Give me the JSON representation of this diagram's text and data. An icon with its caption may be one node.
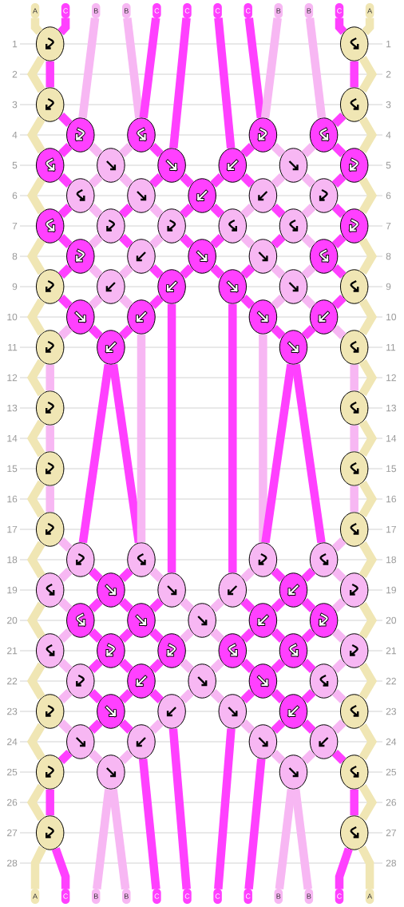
{
  "diagram": {
    "nodes": [
      {
        "text": [
          "A"
        ]
      },
      {
        "text": [
          "C"
        ]
      },
      {
        "text": [
          "B"
        ]
      },
      {
        "text": [
          "B"
        ]
      },
      {
        "text": [
          "C"
        ]
      },
      {
        "text": [
          "C"
        ]
      },
      {
        "text": [
          "C"
        ]
      },
      {
        "text": [
          "C"
        ]
      },
      {
        "text": [
          "B"
        ]
      },
      {
        "text": [
          "B"
        ]
      },
      {
        "text": [
          "C"
        ]
      },
      {
        "text": [
          "A"
        ]
      },
      {
        "text": [],
        "shape": "circle"
      },
      {
        "text": [],
        "shape": "circle"
      },
      {
        "text": [],
        "shape": "circle"
      },
      {
        "text": [],
        "shape": "circle"
      },
      {
        "text": [],
        "shape": "circle"
      },
      {
        "text": [],
        "shape": "circle"
      },
      {
        "text": [],
        "shape": "circle"
      },
      {
        "text": [],
        "shape": "circle"
      },
      {
        "text": [],
        "shape": "circle"
      },
      {
        "text": [],
        "shape": "circle"
      },
      {
        "text": [],
        "shape": "circle"
      },
      {
        "text": [],
        "shape": "circle"
      },
      {
        "text": [],
        "shape": "circle"
      },
      {
        "text": [],
        "shape": "circle"
      },
      {
        "text": [],
        "shape": "circle"
      },
      {
        "text": [],
        "shape": "circle"
      },
      {
        "text": [],
        "shape": "circle"
      },
      {
        "text": [],
        "shape": "circle"
      },
      {
        "text": [],
        "shape": "circle"
      },
      {
        "text": [],
        "shape": "circle"
      },
      {
        "text": [],
        "shape": "circle"
      },
      {
        "text": [],
        "shape": "circle"
      },
      {
        "text": [],
        "shape": "circle"
      },
      {
        "text": [],
        "shape": "circle"
      },
      {
        "text": [],
        "shape": "circle"
      },
      {
        "text": [],
        "shape": "circle"
      },
      {
        "text": [],
        "shape": "circle"
      },
      {
        "text": [],
        "shape": "circle"
      },
      {
        "text": [],
        "shape": "circle"
      },
      {
        "text": [],
        "shape": "circle"
      },
      {
        "text": [],
        "shape": "circle"
      },
      {
        "text": [],
        "shape": "circle"
      },
      {
        "text": [],
        "shape": "circle"
      },
      {
        "text": [],
        "shape": "circle"
      },
      {
        "text": [],
        "shape": "circle"
      },
      {
        "text": [],
        "shape": "circle"
      },
      {
        "text": [],
        "shape": "circle"
      },
      {
        "text": [],
        "shape": "circle"
      },
      {
        "text": [],
        "shape": "circle"
      },
      {
        "text": [],
        "shape": "circle"
      },
      {
        "text": [],
        "shape": "circle"
      },
      {
        "text": [],
        "shape": "circle"
      },
      {
        "text": [],
        "shape": "circle"
      },
      {
        "text": [],
        "shape": "circle"
      },
      {
        "text": [],
        "shape": "circle"
      },
      {
        "text": [],
        "shape": "circle"
      },
      {
        "text": [],
        "shape": "circle"
      },
      {
        "text": [],
        "shape": "circle"
      },
      {
        "text": [],
        "shape": "circle"
      },
      {
        "text": [],
        "shape": "circle"
      },
      {
        "text": [],
        "shape": "circle"
      },
      {
        "text": [],
        "shape": "circle"
      },
      {
        "text": [],
        "shape": "circle"
      },
      {
        "text": [],
        "shape": "circle"
      },
      {
        "text": [],
        "shape": "circle"
      },
      {
        "text": [],
        "shape": "circle"
      },
      {
        "text": [],
        "shape": "circle"
      },
      {
        "text": [],
        "shape": "circle"
      },
      {
        "text": [],
        "shape": "circle"
      },
      {
        "text": [],
        "shape": "circle"
      },
      {
        "text": [],
        "shape": "circle"
      },
      {
        "text": [],
        "shape": "circle"
      },
      {
        "text": [],
        "shape": "circle"
      },
      {
        "text": [],
        "shape": "circle"
      },
      {
        "text": [],
        "shape": "circle"
      },
      {
        "text": [],
        "shape": "circle"
      },
      {
        "text": [],
        "shape": "circle"
      },
      {
        "text": [],
        "shape": "circle"
      },
      {
        "text": [],
        "shape": "circle"
      },
      {
        "text": [],
        "shape": "circle"
      },
      {
        "text": [],
        "shape": "circle"
      },
      {
        "text": [],
        "shape": "circle"
      },
      {
        "text": [],
        "shape": "circle"
      },
      {
        "text": [],
        "shape": "circle"
      },
      {
        "text": [],
        "shape": "circle"
      },
      {
        "text": [],
        "shape": "circle"
      },
      {
        "text": [],
        "shape": "circle"
      },
      {
        "text": [],
        "shape": "circle"
      },
      {
        "text": [],
        "shape": "circle"
      },
      {
        "text": [],
        "shape": "circle"
      },
      {
        "text": [],
        "shape": "circle"
      },
      {
        "text": [],
        "shape": "circle"
      },
      {
        "text": [],
        "shape": "circle"
      },
      {
        "text": [],
        "shape": "circle"
      },
      {
        "text": [],
        "shape": "circle"
      },
      {
        "text": [],
        "shape": "circle"
      },
      {
        "text": [],
        "shape": "circle"
      },
      {
        "text": [],
        "shape": "circle"
      },
      {
        "text": [],
        "shape": "circle"
      },
      {
        "text": [],
        "shape": "circle"
      },
      {
        "text": [],
        "shape": "circle"
      },
      {
        "text": [],
        "shape": "circle"
      },
      {
        "text": [
          "A"
        ]
      },
      {
        "text": [
          "C"
        ]
      },
      {
        "text": [
          "B"
        ]
      },
      {
        "text": [
          "B"
        ]
      },
      {
        "text": [
          "C"
        ]
      },
      {
        "text": [
          "C"
        ]
      },
      {
        "text": [
          "C"
        ]
      },
      {
        "text": [
          "C"
        ]
      },
      {
        "text": [
          "B"
        ]
      },
      {
        "text": [
          "B"
        ]
      },
      {
        "text": [
          "C"
        ]
      },
      {
        "text": [
          "A"
        ]
      }
    ],
    "edges": [
      {
        "from": 0,
        "to": 12,
        "arrow": "none",
        "color": "#f0e6b4"
      },
      {
        "from": 1,
        "to": 12,
        "arrow": "none"
      },
      {
        "from": 10,
        "to": 13,
        "arrow": "none"
      },
      {
        "from": 11,
        "to": 13,
        "arrow": "none",
        "color": "#f0e6b4"
      },
      {
        "from": 12,
        "to": 14,
        "arrow": "none",
        "color": "#f0e6b4"
      },
      {
        "from": 12,
        "to": 14,
        "arrow": "none"
      },
      {
        "from": 13,
        "to": 15,
        "arrow": "none"
      },
      {
        "from": 13,
        "to": 15,
        "arrow": "none",
        "color": "#f0e6b4"
      },
      {
        "from": 14,
        "to": 16,
        "arrow": "none"
      },
      {
        "from": 2,
        "to": 16,
        "arrow": "none",
        "color": "#f7b7f3"
      },
      {
        "from": 3,
        "to": 17,
        "arrow": "none",
        "color": "#f7b7f3"
      },
      {
        "from": 4,
        "to": 17,
        "arrow": "none"
      },
      {
        "from": 7,
        "to": 18,
        "arrow": "none"
      },
      {
        "from": 8,
        "to": 18,
        "arrow": "none",
        "color": "#f7b7f3"
      },
      {
        "from": 9,
        "to": 19,
        "arrow": "none",
        "color": "#f7b7f3"
      },
      {
        "from": 15,
        "to": 19,
        "arrow": "none"
      },
      {
        "from": 14,
        "to": 20,
        "arrow": "none",
        "color": "#f0e6b4"
      },
      {
        "from": 16,
        "to": 20,
        "arrow": "none"
      },
      {
        "from": 16,
        "to": 21,
        "arrow": "none",
        "color": "#f7b7f3"
      },
      {
        "from": 17,
        "to": 21,
        "arrow": "none",
        "color": "#f7b7f3"
      },
      {
        "from": 17,
        "to": 22,
        "arrow": "none"
      },
      {
        "from": 5,
        "to": 22,
        "arrow": "none"
      },
      {
        "from": 6,
        "to": 23,
        "arrow": "none"
      },
      {
        "from": 18,
        "to": 23,
        "arrow": "none"
      },
      {
        "from": 18,
        "to": 24,
        "arrow": "none",
        "color": "#f7b7f3"
      },
      {
        "from": 19,
        "to": 24,
        "arrow": "none",
        "color": "#f7b7f3"
      },
      {
        "from": 19,
        "to": 25,
        "arrow": "none"
      },
      {
        "from": 15,
        "to": 25,
        "arrow": "none",
        "color": "#f0e6b4"
      },
      {
        "from": 20,
        "to": 26,
        "arrow": "none"
      },
      {
        "from": 21,
        "to": 26,
        "arrow": "none",
        "color": "#f7b7f3"
      },
      {
        "from": 21,
        "to": 27,
        "arrow": "none",
        "color": "#f7b7f3"
      },
      {
        "from": 22,
        "to": 27,
        "arrow": "none"
      },
      {
        "from": 22,
        "to": 28,
        "arrow": "none"
      },
      {
        "from": 23,
        "to": 28,
        "arrow": "none"
      },
      {
        "from": 23,
        "to": 29,
        "arrow": "none"
      },
      {
        "from": 24,
        "to": 29,
        "arrow": "none",
        "color": "#f7b7f3"
      },
      {
        "from": 24,
        "to": 30,
        "arrow": "none",
        "color": "#f7b7f3"
      },
      {
        "from": 25,
        "to": 30,
        "arrow": "none"
      },
      {
        "from": 20,
        "to": 31,
        "arrow": "none",
        "color": "#f0e6b4"
      },
      {
        "from": 26,
        "to": 31,
        "arrow": "none"
      },
      {
        "from": 26,
        "to": 32,
        "arrow": "none",
        "color": "#f7b7f3"
      },
      {
        "from": 27,
        "to": 32,
        "arrow": "none"
      },
      {
        "from": 27,
        "to": 33,
        "arrow": "none",
        "color": "#f7b7f3"
      },
      {
        "from": 28,
        "to": 33,
        "arrow": "none"
      },
      {
        "from": 28,
        "to": 34,
        "arrow": "none"
      },
      {
        "from": 29,
        "to": 34,
        "arrow": "none",
        "color": "#f7b7f3"
      },
      {
        "from": 29,
        "to": 35,
        "arrow": "none"
      },
      {
        "from": 30,
        "to": 35,
        "arrow": "none",
        "color": "#f7b7f3"
      },
      {
        "from": 30,
        "to": 36,
        "arrow": "none"
      },
      {
        "from": 25,
        "to": 36,
        "arrow": "none",
        "color": "#f0e6b4"
      },
      {
        "from": 31,
        "to": 37,
        "arrow": "none"
      },
      {
        "from": 32,
        "to": 37,
        "arrow": "none",
        "color": "#f7b7f3"
      },
      {
        "from": 32,
        "to": 38,
        "arrow": "none"
      },
      {
        "from": 33,
        "to": 38,
        "arrow": "none",
        "color": "#f7b7f3"
      },
      {
        "from": 33,
        "to": 39,
        "arrow": "none"
      },
      {
        "from": 34,
        "to": 39,
        "arrow": "none"
      },
      {
        "from": 34,
        "to": 40,
        "arrow": "none",
        "color": "#f7b7f3"
      },
      {
        "from": 35,
        "to": 40,
        "arrow": "none"
      },
      {
        "from": 35,
        "to": 41,
        "arrow": "none",
        "color": "#f7b7f3"
      },
      {
        "from": 36,
        "to": 41,
        "arrow": "none"
      },
      {
        "from": 31,
        "to": 42,
        "arrow": "none",
        "color": "#f0e6b4"
      },
      {
        "from": 37,
        "to": 42,
        "arrow": "none"
      },
      {
        "from": 37,
        "to": 43,
        "arrow": "none",
        "color": "#f7b7f3"
      },
      {
        "from": 38,
        "to": 43,
        "arrow": "none",
        "color": "#f7b7f3"
      },
      {
        "from": 38,
        "to": 44,
        "arrow": "none"
      },
      {
        "from": 39,
        "to": 44,
        "arrow": "none"
      },
      {
        "from": 39,
        "to": 45,
        "arrow": "none"
      },
      {
        "from": 40,
        "to": 45,
        "arrow": "none"
      },
      {
        "from": 40,
        "to": 46,
        "arrow": "none",
        "color": "#f7b7f3"
      },
      {
        "from": 41,
        "to": 46,
        "arrow": "none",
        "color": "#f7b7f3"
      },
      {
        "from": 41,
        "to": 47,
        "arrow": "none"
      },
      {
        "from": 36,
        "to": 47,
        "arrow": "none",
        "color": "#f0e6b4"
      },
      {
        "from": 42,
        "to": 48,
        "arrow": "none"
      },
      {
        "from": 43,
        "to": 48,
        "arrow": "none",
        "color": "#f7b7f3"
      },
      {
        "from": 43,
        "to": 49,
        "arrow": "none",
        "color": "#f7b7f3"
      },
      {
        "from": 44,
        "to": 49,
        "arrow": "none"
      },
      {
        "from": 45,
        "to": 50,
        "arrow": "none"
      },
      {
        "from": 46,
        "to": 50,
        "arrow": "none",
        "color": "#f7b7f3"
      },
      {
        "from": 46,
        "to": 51,
        "arrow": "none",
        "color": "#f7b7f3"
      },
      {
        "from": 47,
        "to": 51,
        "arrow": "none"
      },
      {
        "from": 42,
        "to": 52,
        "arrow": "none",
        "color": "#f0e6b4"
      },
      {
        "from": 48,
        "to": 52,
        "arrow": "none",
        "color": "#f7b7f3"
      },
      {
        "from": 48,
        "to": 53,
        "arrow": "none"
      },
      {
        "from": 49,
        "to": 53,
        "arrow": "none"
      },
      {
        "from": 50,
        "to": 54,
        "arrow": "none"
      },
      {
        "from": 51,
        "to": 54,
        "arrow": "none"
      },
      {
        "from": 51,
        "to": 55,
        "arrow": "none",
        "color": "#f7b7f3"
      },
      {
        "from": 47,
        "to": 55,
        "arrow": "none",
        "color": "#f0e6b4"
      },
      {
        "from": 52,
        "to": 56,
        "arrow": "none",
        "color": "#f0e6b4"
      },
      {
        "from": 52,
        "to": 56,
        "arrow": "none",
        "color": "#f7b7f3"
      },
      {
        "from": 55,
        "to": 57,
        "arrow": "none",
        "color": "#f7b7f3"
      },
      {
        "from": 55,
        "to": 57,
        "arrow": "none",
        "color": "#f0e6b4"
      },
      {
        "from": 56,
        "to": 58,
        "arrow": "none",
        "color": "#f0e6b4"
      },
      {
        "from": 56,
        "to": 58,
        "arrow": "none",
        "color": "#f7b7f3"
      },
      {
        "from": 57,
        "to": 59,
        "arrow": "none",
        "color": "#f7b7f3"
      },
      {
        "from": 57,
        "to": 59,
        "arrow": "none",
        "color": "#f0e6b4"
      },
      {
        "from": 58,
        "to": 60,
        "arrow": "none",
        "color": "#f0e6b4"
      },
      {
        "from": 58,
        "to": 60,
        "arrow": "none",
        "color": "#f7b7f3"
      },
      {
        "from": 59,
        "to": 61,
        "arrow": "none",
        "color": "#f7b7f3"
      },
      {
        "from": 59,
        "to": 61,
        "arrow": "none",
        "color": "#f0e6b4"
      },
      {
        "from": 60,
        "to": 62,
        "arrow": "none",
        "color": "#f7b7f3"
      },
      {
        "from": 53,
        "to": 62,
        "arrow": "none"
      },
      {
        "from": 53,
        "to": 63,
        "arrow": "none"
      },
      {
        "from": 49,
        "to": 63,
        "arrow": "none",
        "color": "#f7b7f3"
      },
      {
        "from": 50,
        "to": 64,
        "arrow": "none",
        "color": "#f7b7f3"
      },
      {
        "from": 54,
        "to": 64,
        "arrow": "none"
      },
      {
        "from": 54,
        "to": 65,
        "arrow": "none"
      },
      {
        "from": 61,
        "to": 65,
        "arrow": "none",
        "color": "#f7b7f3"
      },
      {
        "from": 60,
        "to": 66,
        "arrow": "none",
        "color": "#f0e6b4"
      },
      {
        "from": 62,
        "to": 66,
        "arrow": "none",
        "color": "#f7b7f3"
      },
      {
        "from": 62,
        "to": 67,
        "arrow": "none"
      },
      {
        "from": 63,
        "to": 67,
        "arrow": "none"
      },
      {
        "from": 63,
        "to": 68,
        "arrow": "none",
        "color": "#f7b7f3"
      },
      {
        "from": 44,
        "to": 68,
        "arrow": "none"
      },
      {
        "from": 45,
        "to": 69,
        "arrow": "none"
      },
      {
        "from": 64,
        "to": 69,
        "arrow": "none",
        "color": "#f7b7f3"
      },
      {
        "from": 64,
        "to": 70,
        "arrow": "none"
      },
      {
        "from": 65,
        "to": 70,
        "arrow": "none"
      },
      {
        "from": 65,
        "to": 71,
        "arrow": "none",
        "color": "#f7b7f3"
      },
      {
        "from": 61,
        "to": 71,
        "arrow": "none",
        "color": "#f0e6b4"
      },
      {
        "from": 66,
        "to": 72,
        "arrow": "none",
        "color": "#f7b7f3"
      },
      {
        "from": 67,
        "to": 72,
        "arrow": "none"
      },
      {
        "from": 67,
        "to": 73,
        "arrow": "none"
      },
      {
        "from": 68,
        "to": 73,
        "arrow": "none"
      },
      {
        "from": 68,
        "to": 74,
        "arrow": "none",
        "color": "#f7b7f3"
      },
      {
        "from": 69,
        "to": 74,
        "arrow": "none",
        "color": "#f7b7f3"
      },
      {
        "from": 69,
        "to": 75,
        "arrow": "none"
      },
      {
        "from": 70,
        "to": 75,
        "arrow": "none"
      },
      {
        "from": 70,
        "to": 76,
        "arrow": "none"
      },
      {
        "from": 71,
        "to": 76,
        "arrow": "none",
        "color": "#f7b7f3"
      },
      {
        "from": 66,
        "to": 77,
        "arrow": "none",
        "color": "#f0e6b4"
      },
      {
        "from": 72,
        "to": 77,
        "arrow": "none",
        "color": "#f7b7f3"
      },
      {
        "from": 72,
        "to": 78,
        "arrow": "none"
      },
      {
        "from": 73,
        "to": 78,
        "arrow": "none"
      },
      {
        "from": 73,
        "to": 79,
        "arrow": "none"
      },
      {
        "from": 74,
        "to": 79,
        "arrow": "none",
        "color": "#f7b7f3"
      },
      {
        "from": 74,
        "to": 80,
        "arrow": "none",
        "color": "#f7b7f3"
      },
      {
        "from": 75,
        "to": 80,
        "arrow": "none"
      },
      {
        "from": 75,
        "to": 81,
        "arrow": "none"
      },
      {
        "from": 76,
        "to": 81,
        "arrow": "none"
      },
      {
        "from": 76,
        "to": 82,
        "arrow": "none",
        "color": "#f7b7f3"
      },
      {
        "from": 71,
        "to": 82,
        "arrow": "none",
        "color": "#f0e6b4"
      },
      {
        "from": 77,
        "to": 83,
        "arrow": "none",
        "color": "#f7b7f3"
      },
      {
        "from": 78,
        "to": 83,
        "arrow": "none"
      },
      {
        "from": 78,
        "to": 84,
        "arrow": "none"
      },
      {
        "from": 79,
        "to": 84,
        "arrow": "none"
      },
      {
        "from": 79,
        "to": 85,
        "arrow": "none",
        "color": "#f7b7f3"
      },
      {
        "from": 80,
        "to": 85,
        "arrow": "none",
        "color": "#f7b7f3"
      },
      {
        "from": 80,
        "to": 86,
        "arrow": "none"
      },
      {
        "from": 81,
        "to": 86,
        "arrow": "none"
      },
      {
        "from": 81,
        "to": 87,
        "arrow": "none"
      },
      {
        "from": 82,
        "to": 87,
        "arrow": "none",
        "color": "#f7b7f3"
      },
      {
        "from": 77,
        "to": 88,
        "arrow": "none",
        "color": "#f0e6b4"
      },
      {
        "from": 83,
        "to": 88,
        "arrow": "none",
        "color": "#f7b7f3"
      },
      {
        "from": 83,
        "to": 89,
        "arrow": "none"
      },
      {
        "from": 84,
        "to": 89,
        "arrow": "none"
      },
      {
        "from": 84,
        "to": 90,
        "arrow": "none"
      },
      {
        "from": 85,
        "to": 90,
        "arrow": "none",
        "color": "#f7b7f3"
      },
      {
        "from": 85,
        "to": 91,
        "arrow": "none",
        "color": "#f7b7f3"
      },
      {
        "from": 86,
        "to": 91,
        "arrow": "none"
      },
      {
        "from": 86,
        "to": 92,
        "arrow": "none"
      },
      {
        "from": 87,
        "to": 92,
        "arrow": "none"
      },
      {
        "from": 87,
        "to": 93,
        "arrow": "none",
        "color": "#f7b7f3"
      },
      {
        "from": 82,
        "to": 93,
        "arrow": "none",
        "color": "#f0e6b4"
      },
      {
        "from": 88,
        "to": 94,
        "arrow": "none",
        "color": "#f7b7f3"
      },
      {
        "from": 89,
        "to": 94,
        "arrow": "none"
      },
      {
        "from": 89,
        "to": 95,
        "arrow": "none"
      },
      {
        "from": 90,
        "to": 95,
        "arrow": "none",
        "color": "#f7b7f3"
      },
      {
        "from": 91,
        "to": 96,
        "arrow": "none",
        "color": "#f7b7f3"
      },
      {
        "from": 92,
        "to": 96,
        "arrow": "none"
      },
      {
        "from": 92,
        "to": 97,
        "arrow": "none"
      },
      {
        "from": 93,
        "to": 97,
        "arrow": "none",
        "color": "#f7b7f3"
      },
      {
        "from": 88,
        "to": 98,
        "arrow": "none",
        "color": "#f0e6b4"
      },
      {
        "from": 94,
        "to": 98,
        "arrow": "none"
      },
      {
        "from": 94,
        "to": 99,
        "arrow": "none",
        "color": "#f7b7f3"
      },
      {
        "from": 95,
        "to": 99,
        "arrow": "none",
        "color": "#f7b7f3"
      },
      {
        "from": 96,
        "to": 100,
        "arrow": "none",
        "color": "#f7b7f3"
      },
      {
        "from": 97,
        "to": 100,
        "arrow": "none",
        "color": "#f7b7f3"
      },
      {
        "from": 97,
        "to": 101,
        "arrow": "none"
      },
      {
        "from": 93,
        "to": 101,
        "arrow": "none",
        "color": "#f0e6b4"
      },
      {
        "from": 98,
        "to": 102,
        "arrow": "none",
        "color": "#f0e6b4"
      },
      {
        "from": 98,
        "to": 102,
        "arrow": "none"
      },
      {
        "from": 101,
        "to": 103,
        "arrow": "none"
      },
      {
        "from": 101,
        "to": 103,
        "arrow": "none",
        "color": "#f0e6b4"
      },
      {
        "from": 102,
        "to": 104,
        "arrow": "none",
        "color": "#f0e6b4"
      },
      {
        "from": 102,
        "to": 105,
        "arrow": "none"
      },
      {
        "from": 99,
        "to": 106,
        "arrow": "none",
        "color": "#f7b7f3"
      },
      {
        "from": 99,
        "to": 107,
        "arrow": "none",
        "color": "#f7b7f3"
      },
      {
        "from": 95,
        "to": 108,
        "arrow": "none"
      },
      {
        "from": 90,
        "to": 109,
        "arrow": "none"
      },
      {
        "from": 91,
        "to": 110,
        "arrow": "none"
      },
      {
        "from": 96,
        "to": 111,
        "arrow": "none"
      },
      {
        "from": 100,
        "to": 112,
        "arrow": "none",
        "color": "#f7b7f3"
      },
      {
        "from": 100,
        "to": 113,
        "arrow": "none",
        "color": "#f7b7f3"
      },
      {
        "from": 103,
        "to": 114,
        "arrow": "none"
      },
      {
        "from": 103,
        "to": 115,
        "arrow": "none",
        "color": "#f0e6b4"
      }
    ],
    "labels": [
      "1",
      "1",
      "2",
      "2",
      "3",
      "3",
      "4",
      "4",
      "5",
      "5",
      "6",
      "6",
      "7",
      "7",
      "8",
      "8",
      "9",
      "9",
      "10",
      "10",
      "11",
      "11",
      "12",
      "12",
      "13",
      "13",
      "14",
      "14",
      "15",
      "15",
      "16",
      "16",
      "17",
      "17",
      "18",
      "18",
      "19",
      "19",
      "20",
      "20",
      "21",
      "21",
      "22",
      "22",
      "23",
      "23",
      "24",
      "24",
      "25",
      "25",
      "26",
      "26",
      "27",
      "27",
      "28",
      "28"
    ]
  }
}
